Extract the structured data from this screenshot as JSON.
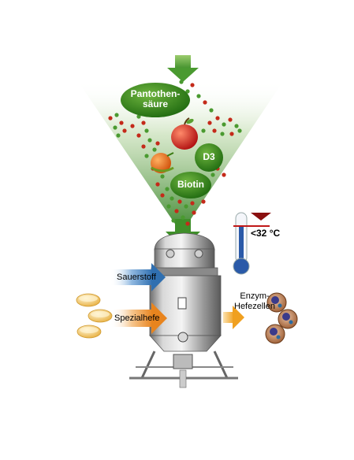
{
  "nutrients": {
    "pantothenic": "Pantothen-\nsäure",
    "d3": "D3",
    "biotin": "Biotin"
  },
  "inputs": {
    "oxygen": "Sauerstoff",
    "yeast": "Spezialhefe"
  },
  "temperature": {
    "label": "<32 °C"
  },
  "output": {
    "label": "Enzym-\nHefezellen"
  },
  "colors": {
    "funnel_green": "#3f8f2a",
    "oxygen_arrow": "#2f6fb0",
    "yeast_arrow": "#e8841e",
    "output_arrow": "#f0a020",
    "thermo_red": "#c01818",
    "thermo_blue": "#2a5aa8"
  },
  "icons": [
    "down-arrow-icon",
    "apple-icon",
    "orange-icon",
    "thermometer-icon",
    "tablet-icon",
    "yeast-cell-icon"
  ]
}
